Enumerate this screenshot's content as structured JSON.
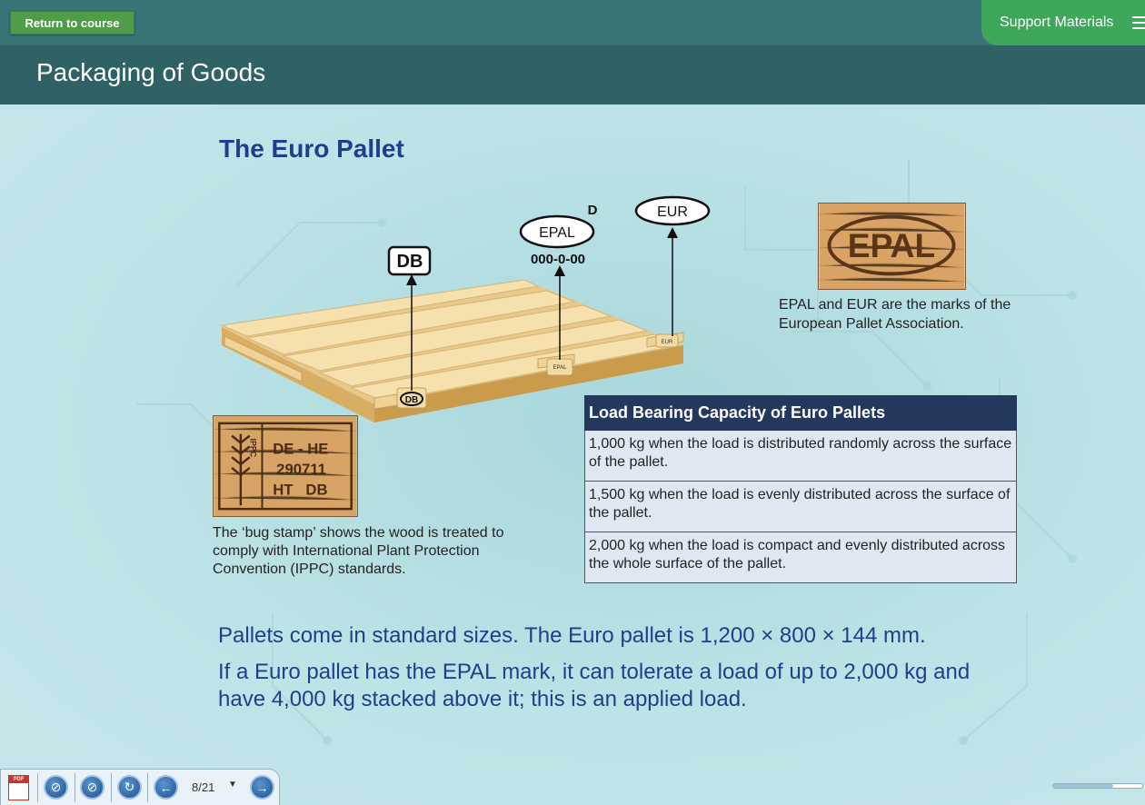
{
  "topbar": {
    "return_label": "Return to course",
    "support_label": "Support Materials"
  },
  "page": {
    "title": "Packaging of Goods"
  },
  "slide": {
    "title": "The Euro Pallet",
    "diagram_labels": {
      "db": "DB",
      "epal": "EPAL",
      "epal_d": "D",
      "epal_code": "000-0-00",
      "eur": "EUR",
      "block_db": "DB",
      "block_epal": "EPAL",
      "block_eur": "EUR"
    },
    "epal_mark_text": "EPAL",
    "epal_caption": "EPAL and EUR are the marks of the European Pallet Association.",
    "stamp": {
      "ippc_letters": "IPPC",
      "line1": "DE - HE",
      "line2": "290711",
      "line3": "HT   DB"
    },
    "stamp_caption": "The ‘bug stamp’ shows the wood is treated to comply with International Plant Protection Convention (IPPC) standards.",
    "table": {
      "header": "Load Bearing Capacity of Euro Pallets",
      "rows": [
        "1,000 kg when the load is distributed randomly across the surface of the pallet.",
        "1,500 kg when the load is evenly distributed across the surface of the pallet.",
        "2,000 kg when the load is compact and evenly distributed across the whole surface of the pallet."
      ]
    },
    "text1": "Pallets come in standard sizes. The Euro pallet is 1,200 × 800 × 144 mm.",
    "text2": "If a Euro pallet has the EPAL mark, it can tolerate a load of up to 2,000 kg and have 4,000 kg stacked above it; this is an applied load."
  },
  "toolbar": {
    "pdf_label": "PDF",
    "page_indicator": "8/21",
    "dropdown_glyph": "▼"
  },
  "progress": {
    "fraction": 0.67
  },
  "colors": {
    "topbar": "#387476",
    "titlebar": "#2e6265",
    "return_button": "#4f9c4a",
    "support_tab": "#3fa75a",
    "accent_text": "#1e3f8c",
    "table_header": "#24385e"
  }
}
